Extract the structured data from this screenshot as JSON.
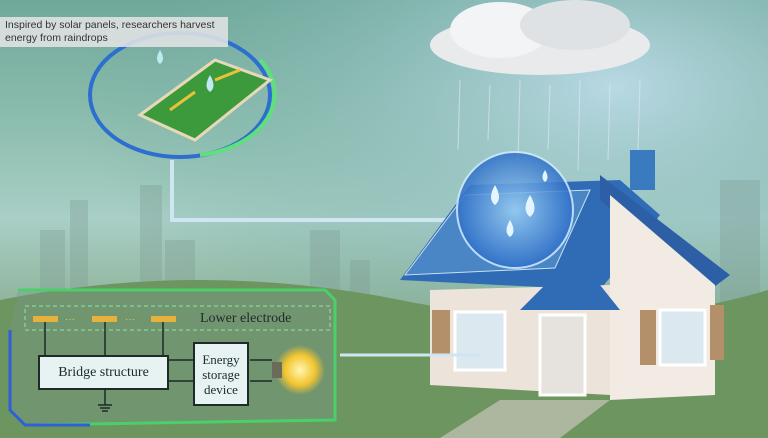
{
  "caption": {
    "text": "Inspired by solar panels, researchers harvest energy from raindrops"
  },
  "diagram": {
    "lower_electrode": "Lower electrode",
    "bridge_structure": "Bridge structure",
    "energy_storage": "Energy storage device"
  }
}
